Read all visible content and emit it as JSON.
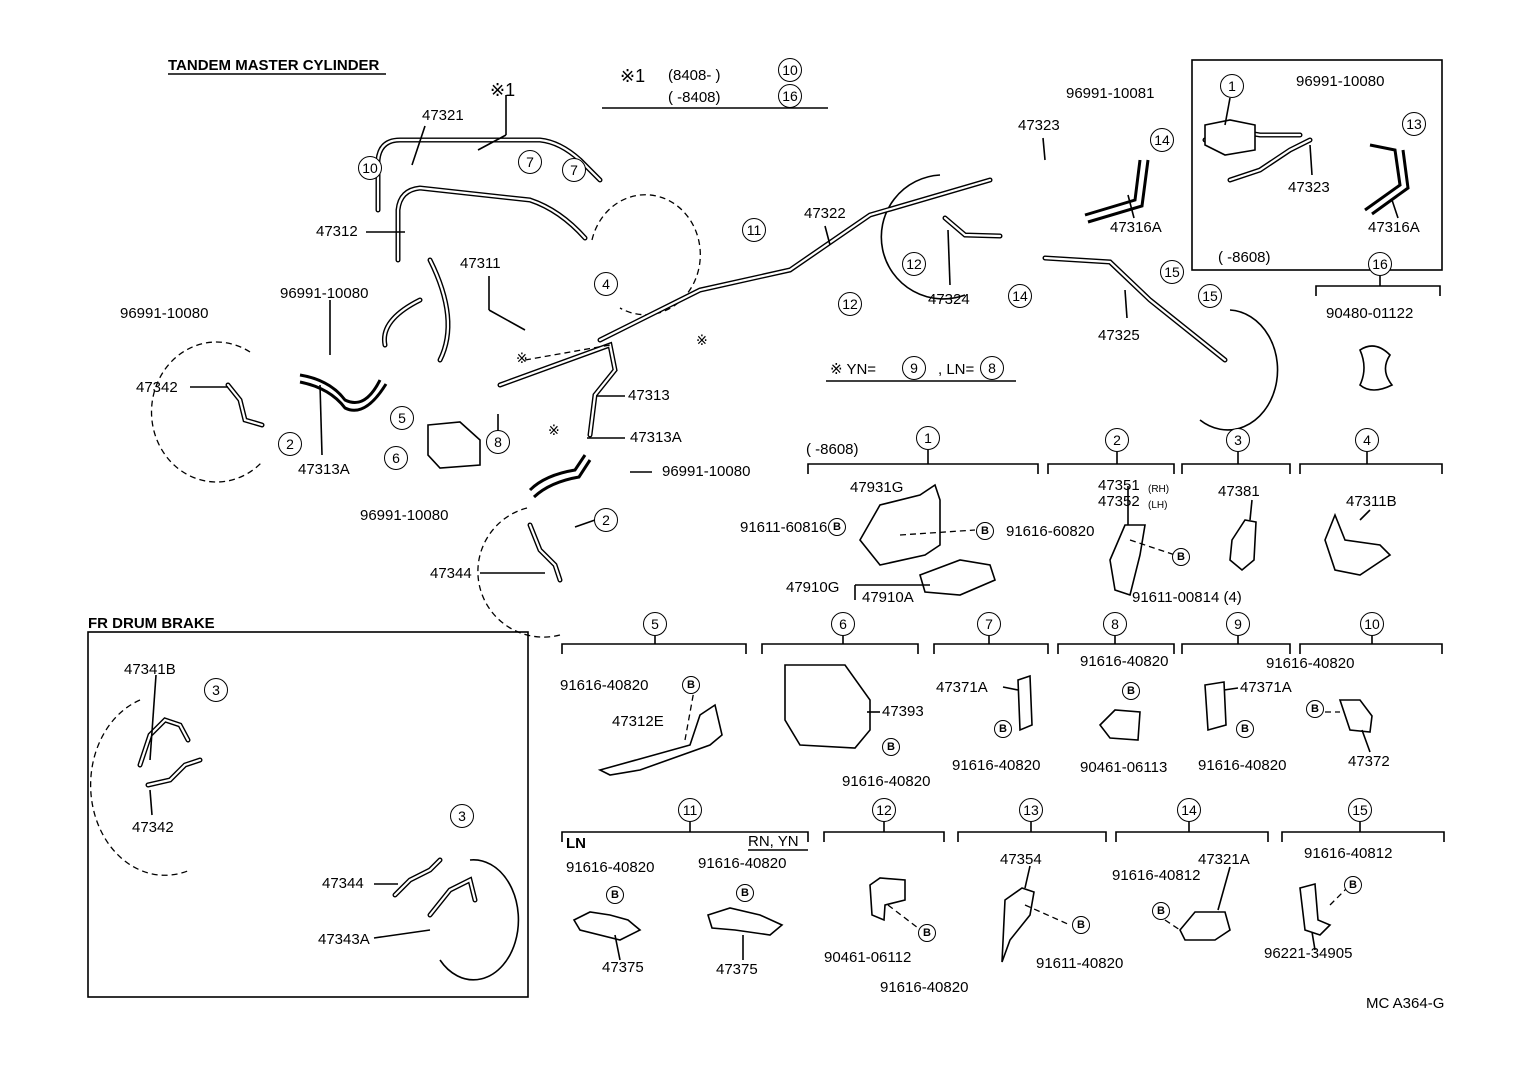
{
  "headings": {
    "tandem": "TANDEM MASTER CYLINDER",
    "drum": "FR DRUM BRAKE",
    "ref": "MC A364-G"
  },
  "note": {
    "mark": "※1",
    "r1": "(8408-      )",
    "r2": "(      -8408)",
    "c1": "10",
    "c2": "16",
    "yn_label": "※  YN=",
    "yn_val": "9",
    "ln_label": ", LN=",
    "ln_val": "8"
  },
  "inset": {
    "range": "(      -8608)"
  },
  "parts": [
    "47321",
    "47312",
    "47311",
    "47342",
    "47313A",
    "47313",
    "47313A",
    "96991-10080",
    "96991-10080",
    "96991-10080",
    "96991-10080",
    "47344",
    "47322",
    "47323",
    "96991-10081",
    "47316A",
    "47324",
    "47325",
    "96991-10080",
    "47323",
    "47316A",
    "90480-01122",
    "47341B",
    "47342",
    "47344",
    "47343A",
    "※1",
    "※",
    "※",
    "※"
  ],
  "callouts": [
    "10",
    "7",
    "7",
    "4",
    "5",
    "6",
    "8",
    "2",
    "2",
    "11",
    "12",
    "12",
    "14",
    "14",
    "15",
    "15",
    "1",
    "13",
    "3",
    "3"
  ],
  "groups": [
    {
      "num": "1",
      "range": "(      -8608)"
    },
    {
      "num": "2"
    },
    {
      "num": "3"
    },
    {
      "num": "4"
    },
    {
      "num": "5"
    },
    {
      "num": "6"
    },
    {
      "num": "7"
    },
    {
      "num": "8"
    },
    {
      "num": "9"
    },
    {
      "num": "10"
    },
    {
      "num": "11"
    },
    {
      "num": "12"
    },
    {
      "num": "13"
    },
    {
      "num": "14"
    },
    {
      "num": "15"
    },
    {
      "num": "16"
    }
  ],
  "sublabels": {
    "g1a": "47931G",
    "g1b": "91611-60816",
    "g1c": "91616-60820",
    "g1d": "47910G",
    "g1e": "47910A",
    "g2a": "47351",
    "g2a_s": "(RH)",
    "g2b": "47352",
    "g2b_s": "(LH)",
    "g2c": "91611-00814 (4)",
    "g3a": "47381",
    "g4a": "47311B",
    "g5a": "91616-40820",
    "g5b": "47312E",
    "g6a": "47393",
    "g6b": "91616-40820",
    "g7a": "47371A",
    "g7b": "91616-40820",
    "g8a": "91616-40820",
    "g8b": "90461-06113",
    "g9a": "47371A",
    "g9b": "91616-40820",
    "g10a": "91616-40820",
    "g10b": "47372",
    "g11ln": "LN",
    "g11rn": "RN, YN",
    "g11a": "91616-40820",
    "g11b": "47375",
    "g11c": "91616-40820",
    "g11d": "47375",
    "g12a": "90461-06112",
    "g12b": "91616-40820",
    "g13a": "47354",
    "g13b": "91611-40820",
    "g14a": "91616-40812",
    "g14b": "47321A",
    "g15a": "91616-40812",
    "g15b": "96221-34905",
    "b": "B"
  }
}
